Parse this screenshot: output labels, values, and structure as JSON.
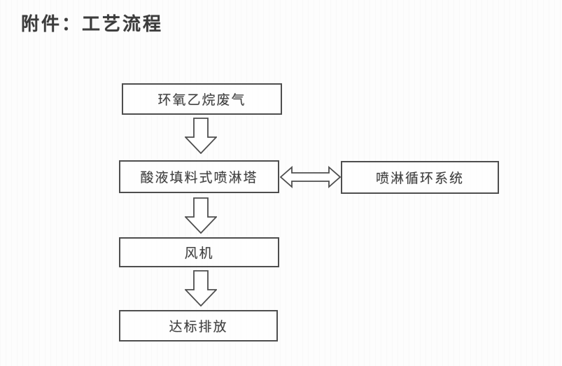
{
  "page": {
    "title": "附件：工艺流程"
  },
  "flowchart": {
    "nodes": [
      {
        "id": "waste-gas",
        "label": "环氧乙烷废气"
      },
      {
        "id": "spray-tower",
        "label": "酸液填料式喷淋塔"
      },
      {
        "id": "circulation",
        "label": "喷淋循环系统"
      },
      {
        "id": "fan",
        "label": "风机"
      },
      {
        "id": "discharge",
        "label": "达标排放"
      }
    ],
    "connections": [
      {
        "from": "waste-gas",
        "to": "spray-tower",
        "type": "down-block-arrow"
      },
      {
        "from": "spray-tower",
        "to": "circulation",
        "type": "double-headed-block-arrow"
      },
      {
        "from": "spray-tower",
        "to": "fan",
        "type": "down-block-arrow"
      },
      {
        "from": "fan",
        "to": "discharge",
        "type": "down-block-arrow"
      }
    ]
  },
  "colors": {
    "line": "#4e4e4e",
    "text": "#3f3f3f",
    "background": "#fdfdfd"
  }
}
